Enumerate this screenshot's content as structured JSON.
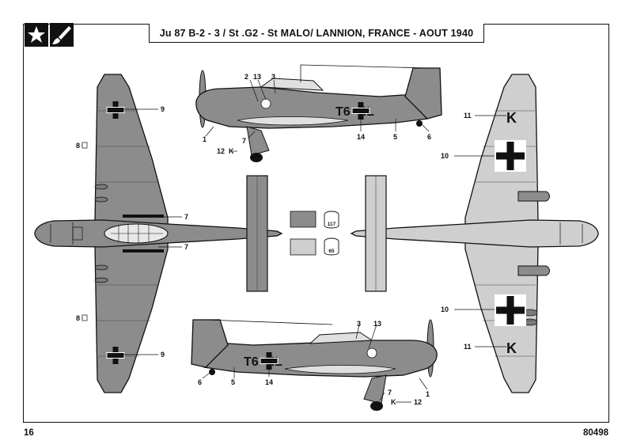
{
  "header": {
    "title": "Ju 87 B-2  -  3 / St .G2  -  St MALO/ LANNION, FRANCE - AOUT 1940"
  },
  "footer": {
    "page_left": "16",
    "page_right": "80498"
  },
  "badge": {
    "icons": [
      "star-icon",
      "paintbrush-icon"
    ]
  },
  "colors": {
    "camouflage": "#8c8c8c",
    "underside": "#cfcfcf",
    "outline": "#111111"
  },
  "paints": [
    {
      "number": "117"
    },
    {
      "number": "65"
    }
  ],
  "aircraft_code": "T6  KL",
  "callouts": {
    "c1": "1",
    "c2": "2",
    "c3": "3",
    "c5": "5",
    "c6": "6",
    "c7": "7",
    "c8": "8",
    "c9": "9",
    "c10": "10",
    "c11": "11",
    "c12": "12",
    "c13": "13",
    "c14": "14",
    "k": "K"
  }
}
